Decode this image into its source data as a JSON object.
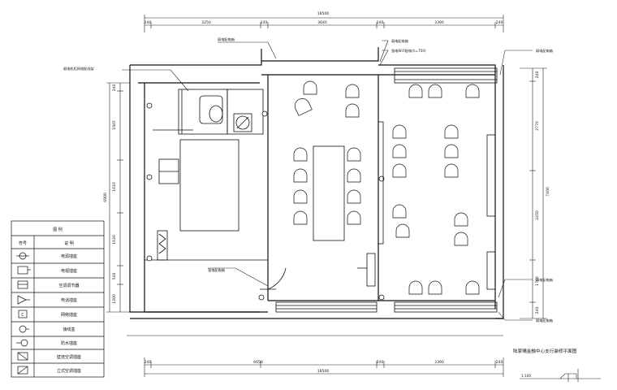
{
  "drawing": {
    "title": "陆家嘴金融中心支行装修平面图",
    "scale_note": "1:100"
  },
  "dimensions": {
    "top_total": "18500",
    "top_segments": [
      "240",
      "3250",
      "240",
      "3640",
      "240",
      "3390",
      "240"
    ],
    "bottom_total": "18500",
    "bottom_segments": [
      "240",
      "6650",
      "240",
      "3390",
      "240"
    ],
    "left_total": "6900",
    "left_segments": [
      "240",
      "1945",
      "1610",
      "1630",
      "540",
      "1200"
    ],
    "right_total": "7400",
    "right_segments": [
      "240",
      "2770",
      "2450",
      "1700",
      "240"
    ]
  },
  "notes": {
    "top_a": "弱电配电箱",
    "top_b": "弱电配电箱",
    "top_c": "强电WiFi配电(h=750)",
    "left_a": "弱电机柜网络配线架",
    "right_a": "弱电配电箱",
    "right_b": "弱电配电箱",
    "right_c": "弱电配电箱",
    "center_a": "强电配电箱"
  },
  "legend": {
    "title": "图    例",
    "col_symbol": "符号",
    "col_desc": "说    明",
    "rows": [
      {
        "icon": "power-socket-icon",
        "desc": "电源插座"
      },
      {
        "icon": "tv-socket-icon",
        "desc": "电视插座"
      },
      {
        "icon": "ac-controller-icon",
        "desc": "空调调节器"
      },
      {
        "icon": "phone-socket-icon",
        "desc": "电话插座"
      },
      {
        "icon": "network-socket-icon",
        "desc": "网络插座"
      },
      {
        "icon": "floor-box-icon",
        "desc": "接线盒"
      },
      {
        "icon": "waterproof-socket-icon",
        "desc": "防水插座"
      },
      {
        "icon": "wall-ac-socket-icon",
        "desc": "壁挂空调插座"
      },
      {
        "icon": "cabinet-ac-socket-icon",
        "desc": "立式空调插座"
      }
    ]
  },
  "colors": {
    "line": "#111111",
    "thin": "#333333",
    "bg": "#ffffff"
  }
}
